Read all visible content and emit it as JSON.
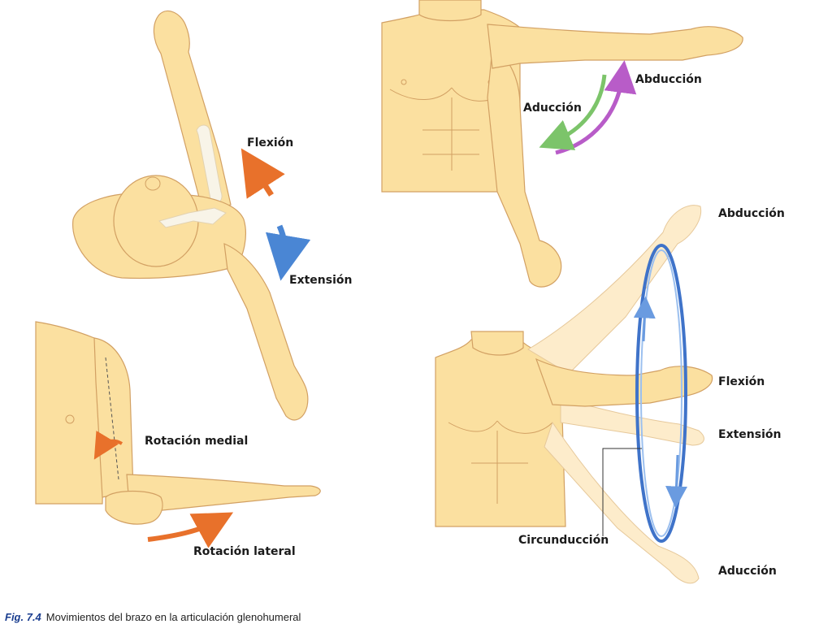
{
  "figure": {
    "caption_number": "Fig. 7.4",
    "caption_text": "Movimientos del brazo en la articulación glenohumeral"
  },
  "panels": {
    "flexion_extension": {
      "flexion": "Flexión",
      "extension": "Extensión"
    },
    "abduction_adduction": {
      "abduccion": "Abducción",
      "aduccion": "Aducción"
    },
    "rotation": {
      "medial": "Rotación medial",
      "lateral": "Rotación lateral"
    },
    "circumduction": {
      "abduccion": "Abducción",
      "flexion": "Flexión",
      "extension": "Extensión",
      "circunduccion": "Circunducción",
      "aduccion": "Aducción"
    }
  },
  "colors": {
    "skin": "#fbe0a0",
    "skin_outline": "#d2a063",
    "skin_shadow": "#f1c98a",
    "bone": "#f8f4e8",
    "flexion_arrow": "#e8712b",
    "extension_arrow": "#4a86d4",
    "abduction_arrow": "#b85cc8",
    "adduction_arrow": "#7cc46a",
    "circumduction_ring": "#3f73c9"
  }
}
